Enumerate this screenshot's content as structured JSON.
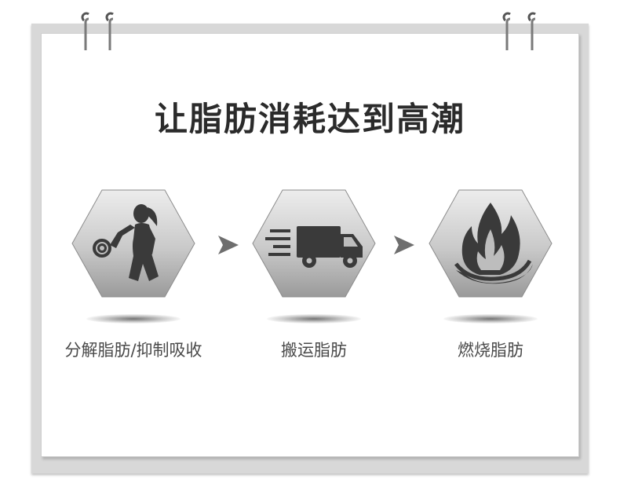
{
  "title": "让脂肪消耗达到高潮",
  "steps": [
    {
      "label": "分解脂肪/抑制吸收",
      "icon": "woman-dumbbell-icon"
    },
    {
      "label": "搬运脂肪",
      "icon": "delivery-truck-icon"
    },
    {
      "label": "燃烧脂肪",
      "icon": "flame-icon"
    }
  ],
  "colors": {
    "title": "#2b2b2b",
    "caption": "#4a4a4a",
    "hexagon_light": "#ededed",
    "hexagon_dark": "#9a9a9a",
    "icon": "#3a3a3a",
    "arrow": "#6e6e6e",
    "board": "#d8d8d8"
  }
}
